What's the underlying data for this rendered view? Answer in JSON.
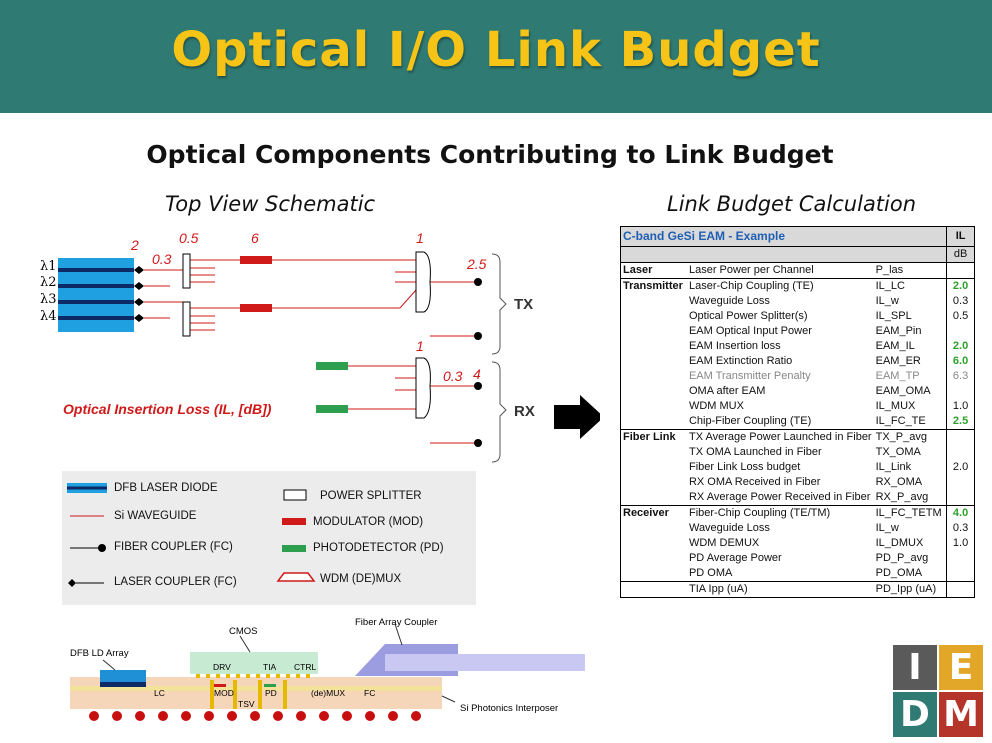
{
  "slide": {
    "title": "Optical I/O Link Budget",
    "subtitle": "Optical Components Contributing to Link Budget",
    "schematic_heading": "Top View Schematic",
    "calc_heading": "Link Budget Calculation"
  },
  "schematic": {
    "lambdas": [
      "λ1",
      "λ2",
      "λ3",
      "λ4"
    ],
    "loss_labels": {
      "laser_coupling": "2",
      "waveguide": "0.3",
      "splitter": "0.5",
      "modulator": "6",
      "tx_mux": "1",
      "tx_fiber": "2.5",
      "rx_demux": "1",
      "rx_waveguide": "0.3",
      "rx_fiber": "4"
    },
    "tx_label": "TX",
    "rx_label": "RX",
    "insertion_loss_label": "Optical Insertion Loss (IL, [dB])"
  },
  "legend": {
    "dfb": "DFB LASER DIODE",
    "waveguide": "Si WAVEGUIDE",
    "fiber_coupler": "FIBER COUPLER (FC)",
    "laser_coupler": "LASER COUPLER (FC)",
    "splitter": "POWER SPLITTER",
    "modulator": "MODULATOR (MOD)",
    "photodetector": "PHOTODETECTOR (PD)",
    "wdm": "WDM (DE)MUX"
  },
  "cross_section": {
    "dfb_array": "DFB LD Array",
    "cmos": "CMOS",
    "fiber_array": "Fiber Array Coupler",
    "drv": "DRV",
    "tia": "TIA",
    "ctrl": "CTRL",
    "lc": "LC",
    "mod": "MOD",
    "pd": "PD",
    "demux": "(de)MUX",
    "fc": "FC",
    "tsv": "TSV",
    "interposer": "Si Photonics Interposer"
  },
  "table": {
    "title": "C-band GeSi EAM - Example",
    "il_header": "IL",
    "unit": "dB",
    "rows": [
      {
        "group": "Laser",
        "name": "Laser Power per Channel",
        "sym": "P_las",
        "val": "",
        "style": "normv",
        "first": true
      },
      {
        "group": "Transmitter",
        "name": "Laser-Chip Coupling (TE)",
        "sym": "IL_LC",
        "val": "2.0",
        "style": "green",
        "first": true
      },
      {
        "group": "",
        "name": "Waveguide Loss",
        "sym": "IL_w",
        "val": "0.3",
        "style": "normv"
      },
      {
        "group": "",
        "name": "Optical Power Splitter(s)",
        "sym": "IL_SPL",
        "val": "0.5",
        "style": "normv"
      },
      {
        "group": "",
        "name": "EAM Optical Input Power",
        "sym": "EAM_Pin",
        "val": "",
        "style": "normv"
      },
      {
        "group": "",
        "name": "EAM Insertion loss",
        "sym": "EAM_IL",
        "val": "2.0",
        "style": "green"
      },
      {
        "group": "",
        "name": "EAM Extinction Ratio",
        "sym": "EAM_ER",
        "val": "6.0",
        "style": "green"
      },
      {
        "group": "",
        "name": "EAM Transmitter Penalty",
        "sym": "EAM_TP",
        "val": "6.3",
        "style": "gray"
      },
      {
        "group": "",
        "name": "OMA after EAM",
        "sym": "EAM_OMA",
        "val": "",
        "style": "normv"
      },
      {
        "group": "",
        "name": "WDM MUX",
        "sym": "IL_MUX",
        "val": "1.0",
        "style": "normv"
      },
      {
        "group": "",
        "name": "Chip-Fiber Coupling (TE)",
        "sym": "IL_FC_TE",
        "val": "2.5",
        "style": "green"
      },
      {
        "group": "Fiber Link",
        "name": "TX Average Power Launched in Fiber",
        "sym": "TX_P_avg",
        "val": "",
        "style": "normv",
        "first": true
      },
      {
        "group": "",
        "name": "TX OMA Launched in Fiber",
        "sym": "TX_OMA",
        "val": "",
        "style": "normv"
      },
      {
        "group": "",
        "name": "Fiber Link Loss budget",
        "sym": "IL_Link",
        "val": "2.0",
        "style": "normv"
      },
      {
        "group": "",
        "name": "RX OMA Received in Fiber",
        "sym": "RX_OMA",
        "val": "",
        "style": "normv"
      },
      {
        "group": "",
        "name": "RX Average Power Received in Fiber",
        "sym": "RX_P_avg",
        "val": "",
        "style": "normv"
      },
      {
        "group": "Receiver",
        "name": "Fiber-Chip Coupling (TE/TM)",
        "sym": "IL_FC_TETM",
        "val": "4.0",
        "style": "green",
        "first": true
      },
      {
        "group": "",
        "name": "Waveguide Loss",
        "sym": "IL_w",
        "val": "0.3",
        "style": "normv"
      },
      {
        "group": "",
        "name": "WDM DEMUX",
        "sym": "IL_DMUX",
        "val": "1.0",
        "style": "normv"
      },
      {
        "group": "",
        "name": "PD Average Power",
        "sym": "PD_P_avg",
        "val": "",
        "style": "normv"
      },
      {
        "group": "",
        "name": "PD OMA",
        "sym": "PD_OMA",
        "val": "",
        "style": "normv"
      },
      {
        "group": "",
        "name": "TIA Ipp (uA)",
        "sym": "PD_Ipp (uA)",
        "val": "",
        "style": "normv",
        "first": true
      }
    ]
  },
  "logo": {
    "l1": "I",
    "l2": "E",
    "l3": "D",
    "l4": "M"
  },
  "colors": {
    "banner": "#2f7a72",
    "title": "#f5c417",
    "laser_blue": "#1fa0e0",
    "modulator_red": "#d01a1a",
    "pd_green": "#2e9e4f",
    "table_title_blue": "#1e5fb4",
    "value_green": "#2ca02c"
  }
}
